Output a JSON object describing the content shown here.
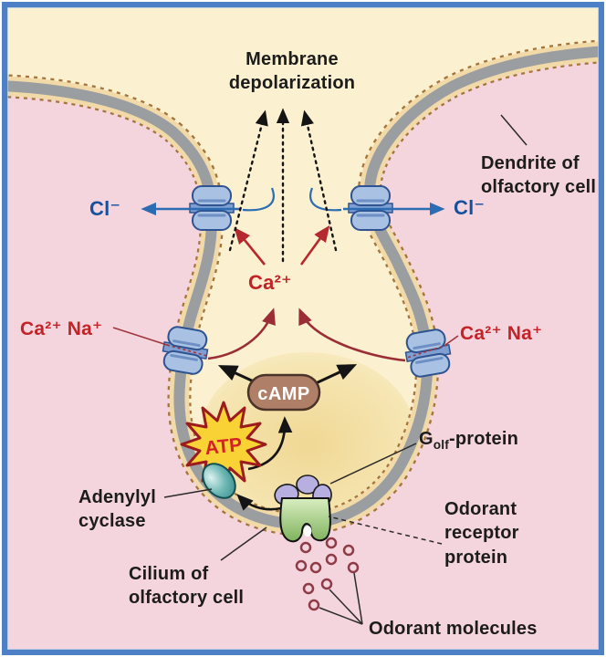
{
  "labels": {
    "membrane_depolarization": "Membrane\ndepolarization",
    "dendrite": "Dendrite of\nolfactory cell",
    "cl_left": "Cl⁻",
    "cl_right": "Cl⁻",
    "ca_center": "Ca²⁺",
    "ca_na_left": "Ca²⁺ Na⁺",
    "ca_na_right": "Ca²⁺ Na⁺",
    "camp": "cAMP",
    "atp": "ATP",
    "golf_base": "G",
    "golf_sub": "olf",
    "golf_suffix": "-protein",
    "adenylyl_cyclase": "Adenylyl\ncyclase",
    "odorant_receptor": "Odorant\nreceptor\nprotein",
    "cilium": "Cilium of\nolfactory cell",
    "odorant_molecules": "Odorant molecules"
  },
  "colors": {
    "frame_blue": "#4d80c4",
    "frame_inner_blue": "#a9c7ea",
    "extracellular_pink": "#f5d5dd",
    "cytoplasm_cream": "#fbf0d0",
    "bulb_yellow": "#f0d894",
    "membrane_gray": "#9b9ea1",
    "membrane_casing_tan": "#f1d9a8",
    "membrane_dash_brown": "#a4743b",
    "channel_blue": "#a9c2e4",
    "channel_outline": "#2f5390",
    "chloride_blue": "#15519e",
    "ion_red": "#c32227",
    "arrow_red": "#b5282e",
    "arrow_dark_red": "#9b2d35",
    "arrow_blue": "#2b6cb3",
    "arrow_black": "#141414",
    "camp_brown": "#b07f68",
    "atp_yellow": "#f9d335",
    "atp_outline_red": "#9c1c1e",
    "adenylyl_teal": "#6fb9b6",
    "g_protein_lavender": "#b7afe0",
    "receptor_green": "#8cbf6a",
    "odorant_ring": "#8e3b47"
  }
}
